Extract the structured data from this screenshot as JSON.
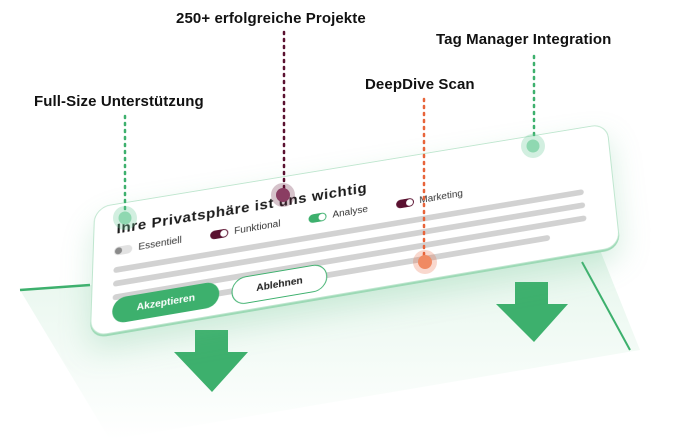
{
  "features": {
    "projekte": "250+ erfolgreiche Projekte",
    "tag_manager": "Tag Manager Integration",
    "deepdive": "DeepDive Scan",
    "full_size": "Full-Size Unterstützung"
  },
  "banner": {
    "title": "Ihre Privatsphäre ist uns wichtig",
    "toggles": [
      {
        "label": "Essentiell",
        "state": "off"
      },
      {
        "label": "Funktional",
        "state": "on"
      },
      {
        "label": "Analyse",
        "state": "on"
      },
      {
        "label": "Marketing",
        "state": "on"
      }
    ],
    "accept_label": "Akzeptieren",
    "reject_label": "Ablehnen"
  },
  "colors": {
    "accent_green": "#3db06d",
    "dark_plum": "#5a1130",
    "orange": "#e8643a",
    "mint": "#69c999"
  }
}
